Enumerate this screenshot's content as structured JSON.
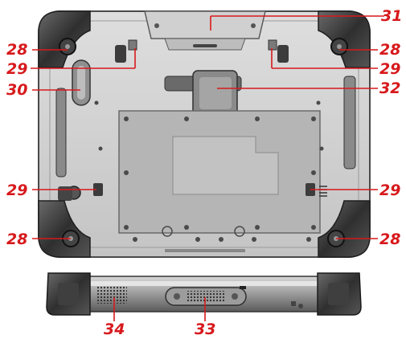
{
  "colors": {
    "callout": "#d7191c",
    "body_dark": "#3a3a3a",
    "body_mid": "#8a8a8a",
    "body_light": "#cfcfcf",
    "panel": "#b9b9b9"
  },
  "callouts": [
    {
      "id": "c31",
      "text": "31"
    },
    {
      "id": "c28tl",
      "text": "28"
    },
    {
      "id": "c28tr",
      "text": "28"
    },
    {
      "id": "c29tl",
      "text": "29"
    },
    {
      "id": "c29tr",
      "text": "29"
    },
    {
      "id": "c30",
      "text": "30"
    },
    {
      "id": "c32",
      "text": "32"
    },
    {
      "id": "c29ml",
      "text": "29"
    },
    {
      "id": "c29mr",
      "text": "29"
    },
    {
      "id": "c28bl",
      "text": "28"
    },
    {
      "id": "c28br",
      "text": "28"
    },
    {
      "id": "c34",
      "text": "34"
    },
    {
      "id": "c33",
      "text": "33"
    }
  ]
}
